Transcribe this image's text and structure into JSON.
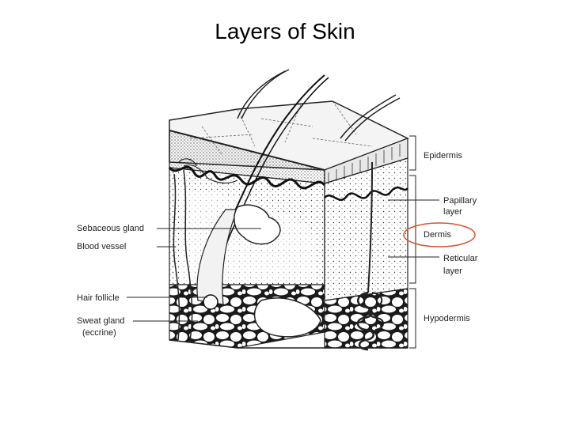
{
  "title": "Layers of Skin",
  "labels": {
    "left": {
      "sebaceous_gland": "Sebaceous gland",
      "blood_vessel": "Blood vessel",
      "hair_follicle": "Hair follicle",
      "sweat_gland_line1": "Sweat gland",
      "sweat_gland_line2": "(eccrine)"
    },
    "right": {
      "epidermis": "Epidermis",
      "papillary_line1": "Papillary",
      "papillary_line2": "layer",
      "dermis": "Dermis",
      "reticular_line1": "Reticular",
      "reticular_line2": "layer",
      "hypodermis": "Hypodermis"
    }
  },
  "colors": {
    "highlight_ellipse": "#d9532c",
    "line": "#222222"
  }
}
